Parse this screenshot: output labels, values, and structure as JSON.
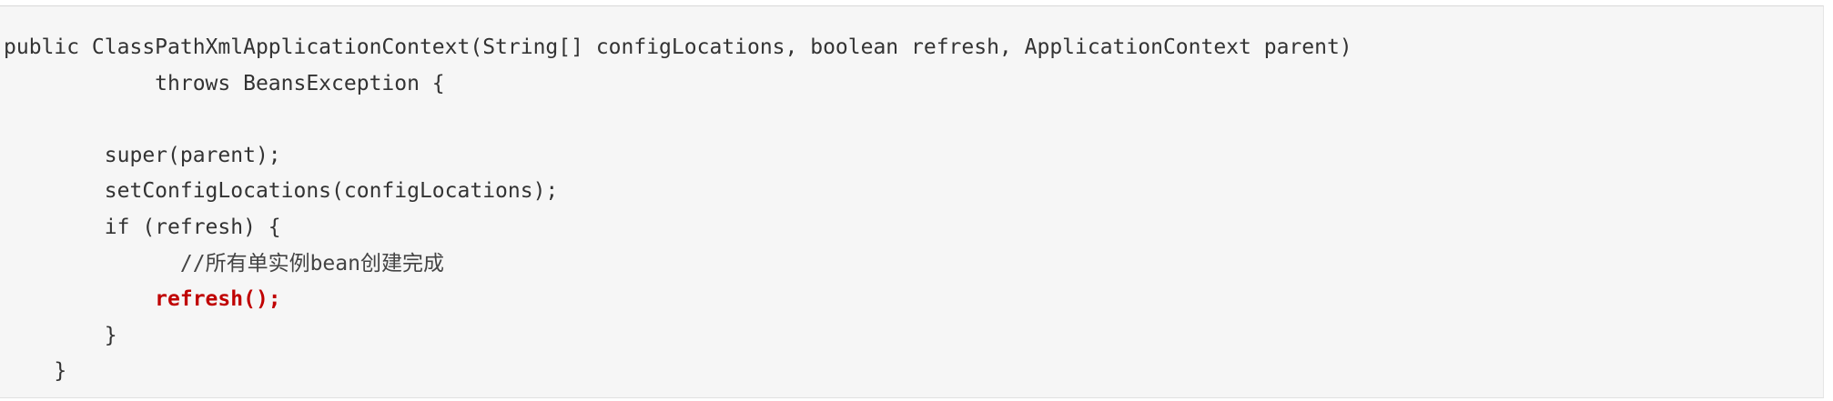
{
  "code_block": {
    "lines": [
      {
        "indent": "",
        "text": "public ClassPathXmlApplicationContext(String[] configLocations, boolean refresh, ApplicationContext parent)"
      },
      {
        "indent": "            ",
        "text": "throws BeansException {"
      },
      {
        "indent": "",
        "text": ""
      },
      {
        "indent": "        ",
        "text": "super(parent);"
      },
      {
        "indent": "        ",
        "text": "setConfigLocations(configLocations);"
      },
      {
        "indent": "        ",
        "text": "if (refresh) {"
      },
      {
        "indent": "              ",
        "text": "//所有单实例bean创建完成"
      },
      {
        "indent": "            ",
        "text": "refresh();"
      },
      {
        "indent": "        ",
        "text": "}"
      },
      {
        "indent": "    ",
        "text": "}"
      }
    ]
  }
}
